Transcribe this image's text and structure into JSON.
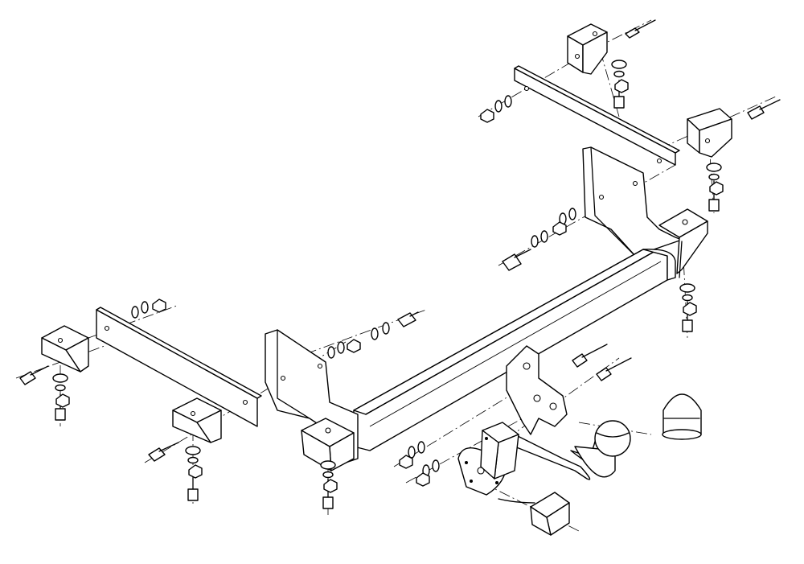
{
  "colors": {
    "background": "#ffffff",
    "ink": "#000000"
  },
  "parts": [
    "crossbar",
    "left-side-plate",
    "left-bracket",
    "left-outer-bracket",
    "right-side-plate",
    "right-bracket",
    "rear-frame-plate-left",
    "rear-frame-plate-right",
    "ball-mount",
    "tow-ball",
    "ball-cover",
    "socket-plate",
    "electrical-socket",
    "connector-plug",
    "bolt",
    "nut",
    "washer"
  ]
}
